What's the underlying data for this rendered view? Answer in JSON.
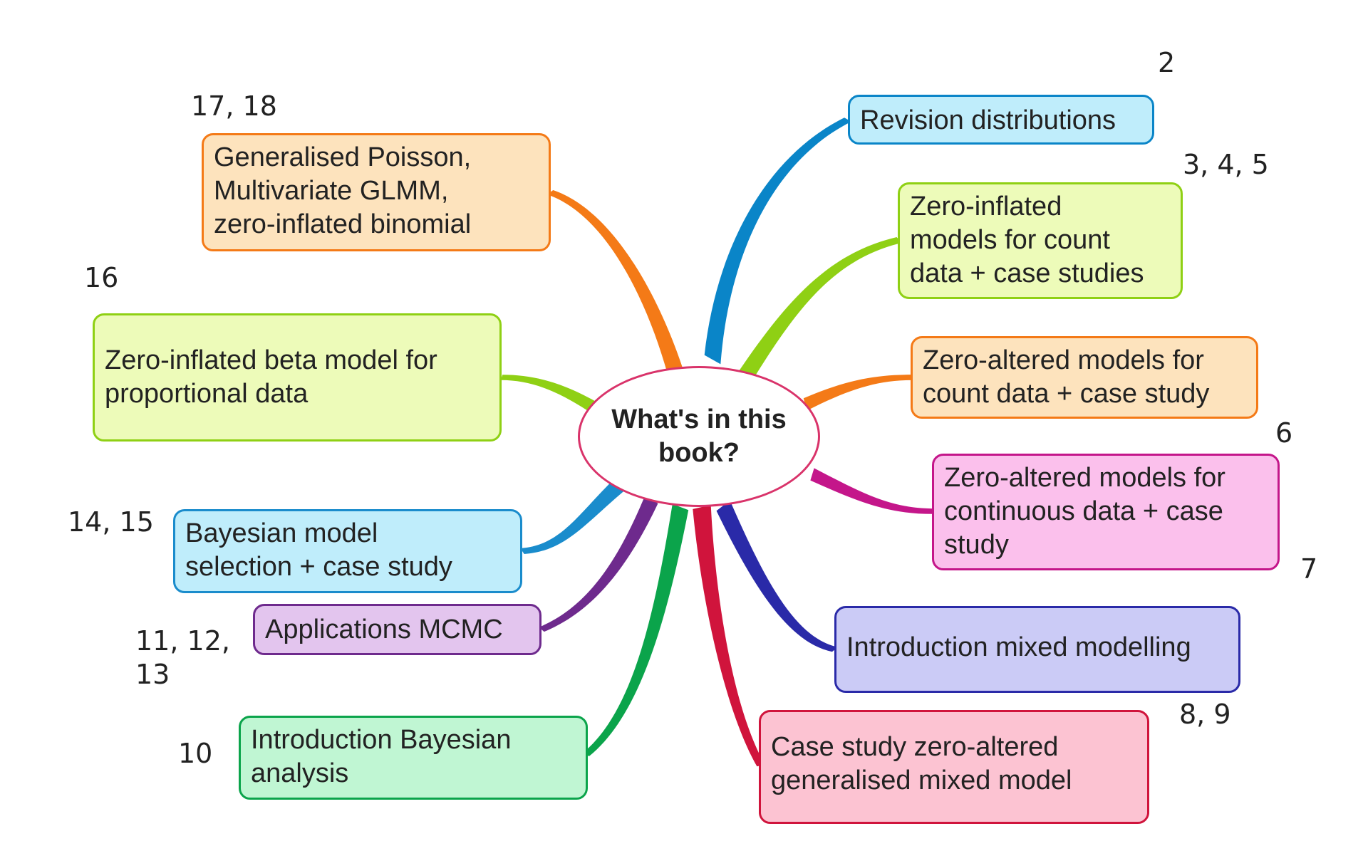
{
  "center": {
    "label": "What's in this\nbook?"
  },
  "nodes": [
    {
      "label": "Revision distributions",
      "chapters": "2",
      "color": "#0a85c8",
      "fill": "#bfedfb"
    },
    {
      "label": "Zero-inflated\nmodels for count\ndata + case studies",
      "chapters": "3, 4, 5",
      "color": "#8fd014",
      "fill": "#edfbb9"
    },
    {
      "label": "Zero-altered models for\ncount data + case study",
      "chapters": "6",
      "color": "#f47a17",
      "fill": "#fde3bd"
    },
    {
      "label": "Zero-altered models for\ncontinuous data + case\nstudy",
      "chapters": "7",
      "color": "#c4168a",
      "fill": "#fbc0ec"
    },
    {
      "label": "Introduction mixed modelling",
      "chapters": "8, 9",
      "color": "#2a2aa8",
      "fill": "#cbcbf6"
    },
    {
      "label": "Case study zero-altered\ngeneralised mixed model",
      "chapters": "",
      "color": "#d0143c",
      "fill": "#fcc3d2"
    },
    {
      "label": "Introduction Bayesian\nanalysis",
      "chapters": "10",
      "color": "#0ba44b",
      "fill": "#c0f6d3"
    },
    {
      "label": "Applications MCMC",
      "chapters": "11, 12,\n13",
      "color": "#6e2a8d",
      "fill": "#e3c5ee"
    },
    {
      "label": "Bayesian model\nselection + case study",
      "chapters": "14, 15",
      "color": "#1a8ccc",
      "fill": "#bfedfb"
    },
    {
      "label": "Zero-inflated beta model for\nproportional data",
      "chapters": "16",
      "color": "#8fd014",
      "fill": "#edfbb9"
    },
    {
      "label": "Generalised Poisson,\nMultivariate GLMM,\nzero-inflated binomial",
      "chapters": "17, 18",
      "color": "#f47a17",
      "fill": "#fde3bd"
    }
  ]
}
